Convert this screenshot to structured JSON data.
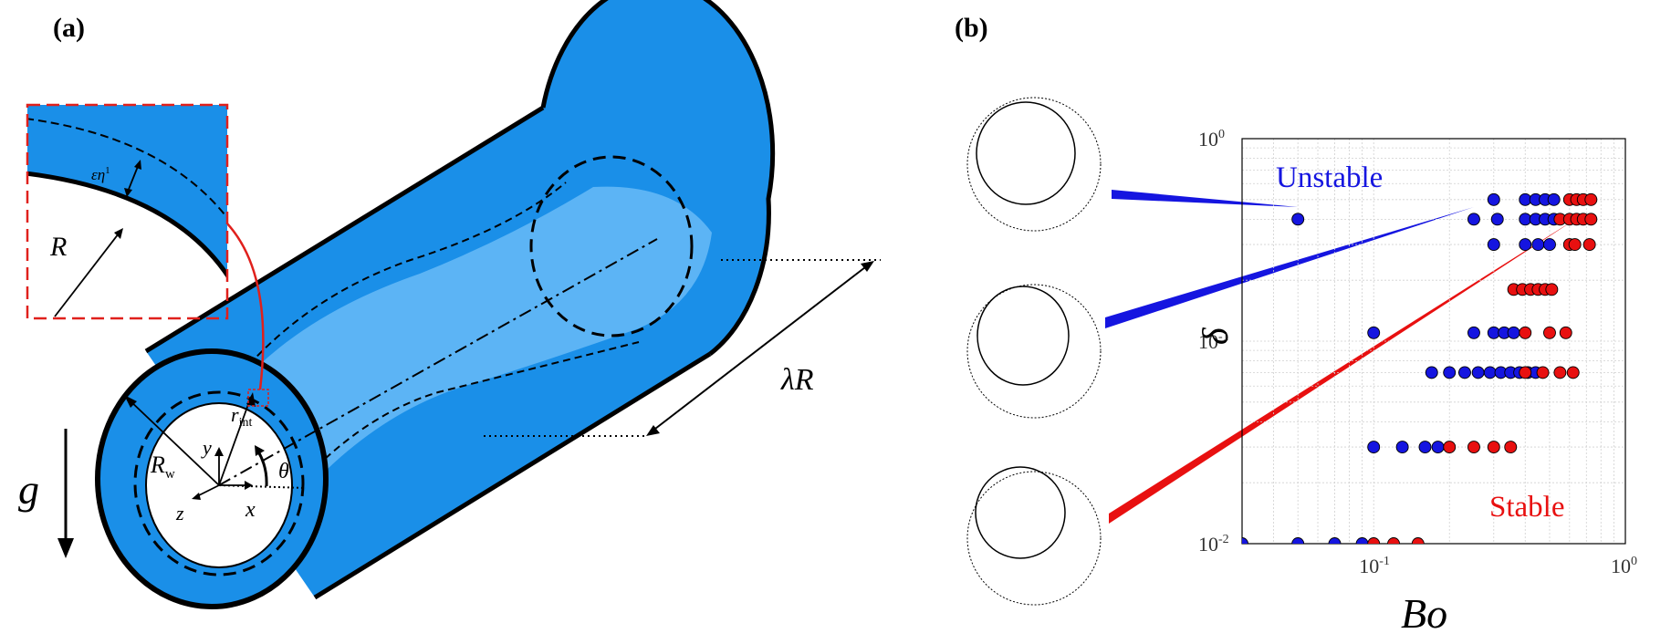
{
  "panel_a": {
    "label": "(a)",
    "inset_symbols": {
      "r": "R",
      "amp": "εη",
      "amp_sup": "1"
    },
    "symbols": {
      "g": "g",
      "lambda_r": "λR",
      "r_int": "r",
      "r_int_sub": "int",
      "r_w": "R",
      "r_w_sub": "w",
      "x": "x",
      "y": "y",
      "z": "z",
      "theta": "θ"
    },
    "colors": {
      "film": "#1a8fe8",
      "interface": "#5cb4f5",
      "core": "#ffffff",
      "inset_border": "#e0201c"
    }
  },
  "panel_b": {
    "label": "(b)",
    "unstable_label": "Unstable",
    "stable_label": "Stable",
    "colors": {
      "unstable": "#1515e0",
      "stable": "#e81010"
    }
  },
  "chart_data": {
    "type": "scatter",
    "xlabel": "Bo",
    "ylabel": "δ",
    "xscale": "log",
    "yscale": "log",
    "xlim": [
      0.03,
      1
    ],
    "ylim": [
      0.01,
      1
    ],
    "x_ticks": [
      {
        "base": "10",
        "exp": "-1"
      },
      {
        "base": "10",
        "exp": "0"
      }
    ],
    "y_ticks": [
      {
        "base": "10",
        "exp": "-2"
      },
      {
        "base": "10",
        "exp": "-1"
      },
      {
        "base": "10",
        "exp": "0"
      }
    ],
    "grid": true,
    "series": [
      {
        "name": "Unstable",
        "color": "#1515e0",
        "points": [
          [
            0.03,
            0.01
          ],
          [
            0.05,
            0.01
          ],
          [
            0.07,
            0.01
          ],
          [
            0.09,
            0.01
          ],
          [
            0.1,
            0.03
          ],
          [
            0.13,
            0.03
          ],
          [
            0.16,
            0.03
          ],
          [
            0.18,
            0.03
          ],
          [
            0.17,
            0.07
          ],
          [
            0.2,
            0.07
          ],
          [
            0.23,
            0.07
          ],
          [
            0.26,
            0.07
          ],
          [
            0.29,
            0.07
          ],
          [
            0.32,
            0.07
          ],
          [
            0.35,
            0.07
          ],
          [
            0.38,
            0.07
          ],
          [
            0.41,
            0.07
          ],
          [
            0.44,
            0.07
          ],
          [
            0.1,
            0.11
          ],
          [
            0.25,
            0.11
          ],
          [
            0.3,
            0.11
          ],
          [
            0.33,
            0.11
          ],
          [
            0.36,
            0.11
          ],
          [
            0.3,
            0.3
          ],
          [
            0.4,
            0.3
          ],
          [
            0.45,
            0.3
          ],
          [
            0.5,
            0.3
          ],
          [
            0.05,
            0.4
          ],
          [
            0.25,
            0.4
          ],
          [
            0.31,
            0.4
          ],
          [
            0.4,
            0.4
          ],
          [
            0.44,
            0.4
          ],
          [
            0.48,
            0.4
          ],
          [
            0.52,
            0.4
          ],
          [
            0.3,
            0.5
          ],
          [
            0.4,
            0.5
          ],
          [
            0.44,
            0.5
          ],
          [
            0.48,
            0.5
          ],
          [
            0.52,
            0.5
          ]
        ]
      },
      {
        "name": "Stable",
        "color": "#e81010",
        "points": [
          [
            0.1,
            0.01
          ],
          [
            0.12,
            0.01
          ],
          [
            0.15,
            0.01
          ],
          [
            0.2,
            0.03
          ],
          [
            0.25,
            0.03
          ],
          [
            0.3,
            0.03
          ],
          [
            0.35,
            0.03
          ],
          [
            0.4,
            0.07
          ],
          [
            0.47,
            0.07
          ],
          [
            0.55,
            0.07
          ],
          [
            0.62,
            0.07
          ],
          [
            0.4,
            0.11
          ],
          [
            0.5,
            0.11
          ],
          [
            0.58,
            0.11
          ],
          [
            0.36,
            0.18
          ],
          [
            0.39,
            0.18
          ],
          [
            0.42,
            0.18
          ],
          [
            0.45,
            0.18
          ],
          [
            0.48,
            0.18
          ],
          [
            0.51,
            0.18
          ],
          [
            0.6,
            0.3
          ],
          [
            0.63,
            0.3
          ],
          [
            0.72,
            0.3
          ],
          [
            0.55,
            0.4
          ],
          [
            0.6,
            0.4
          ],
          [
            0.64,
            0.4
          ],
          [
            0.68,
            0.4
          ],
          [
            0.73,
            0.4
          ],
          [
            0.6,
            0.5
          ],
          [
            0.64,
            0.5
          ],
          [
            0.68,
            0.5
          ],
          [
            0.73,
            0.5
          ]
        ]
      }
    ]
  }
}
